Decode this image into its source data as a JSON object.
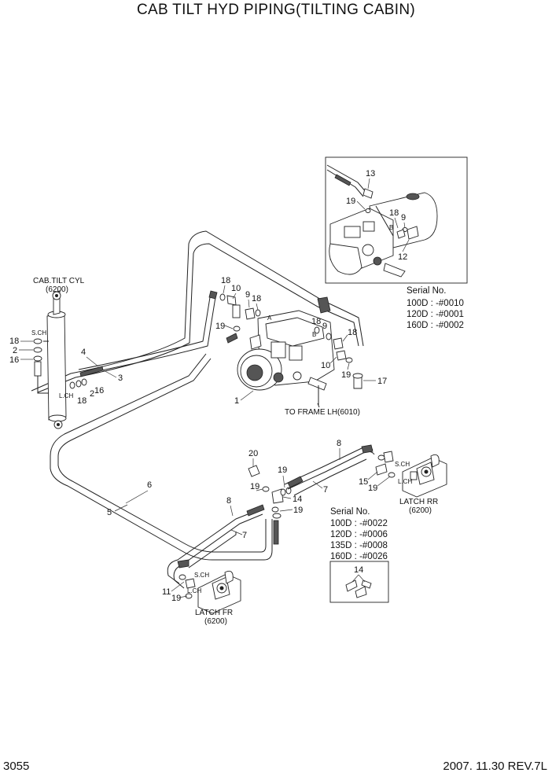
{
  "title": "CAB TILT HYD PIPING(TILTING CABIN)",
  "page_number": "3055",
  "revision": "2007. 11.30  REV.7L",
  "labels": {
    "cab_tilt_cyl": "CAB.TILT CYL",
    "cab_tilt_cyl_ref": "(6200)",
    "to_frame": "TO FRAME LH(6010)",
    "latch_rr": "LATCH RR",
    "latch_rr_ref": "(6200)",
    "latch_fr": "LATCH FR",
    "latch_fr_ref": "(6200)",
    "s_ch": "S.CH",
    "l_ch": "L.CH",
    "port_a": "A",
    "port_b": "B"
  },
  "serial_box_1": {
    "heading": "Serial No.",
    "rows": [
      "100D : -#0010",
      "120D : -#0001",
      "160D : -#0002"
    ]
  },
  "serial_box_2": {
    "heading": "Serial No.",
    "rows": [
      "100D : -#0022",
      "120D : -#0006",
      "135D : -#0008",
      "160D : -#0026"
    ]
  },
  "callouts": {
    "n1": "1",
    "n2": "2",
    "n3": "3",
    "n4": "4",
    "n5": "5",
    "n6": "6",
    "n7": "7",
    "n8": "8",
    "n9": "9",
    "n10": "10",
    "n11": "11",
    "n12": "12",
    "n13": "13",
    "n14": "14",
    "n15": "15",
    "n16": "16",
    "n17": "17",
    "n18": "18",
    "n19": "19",
    "n20": "20"
  }
}
